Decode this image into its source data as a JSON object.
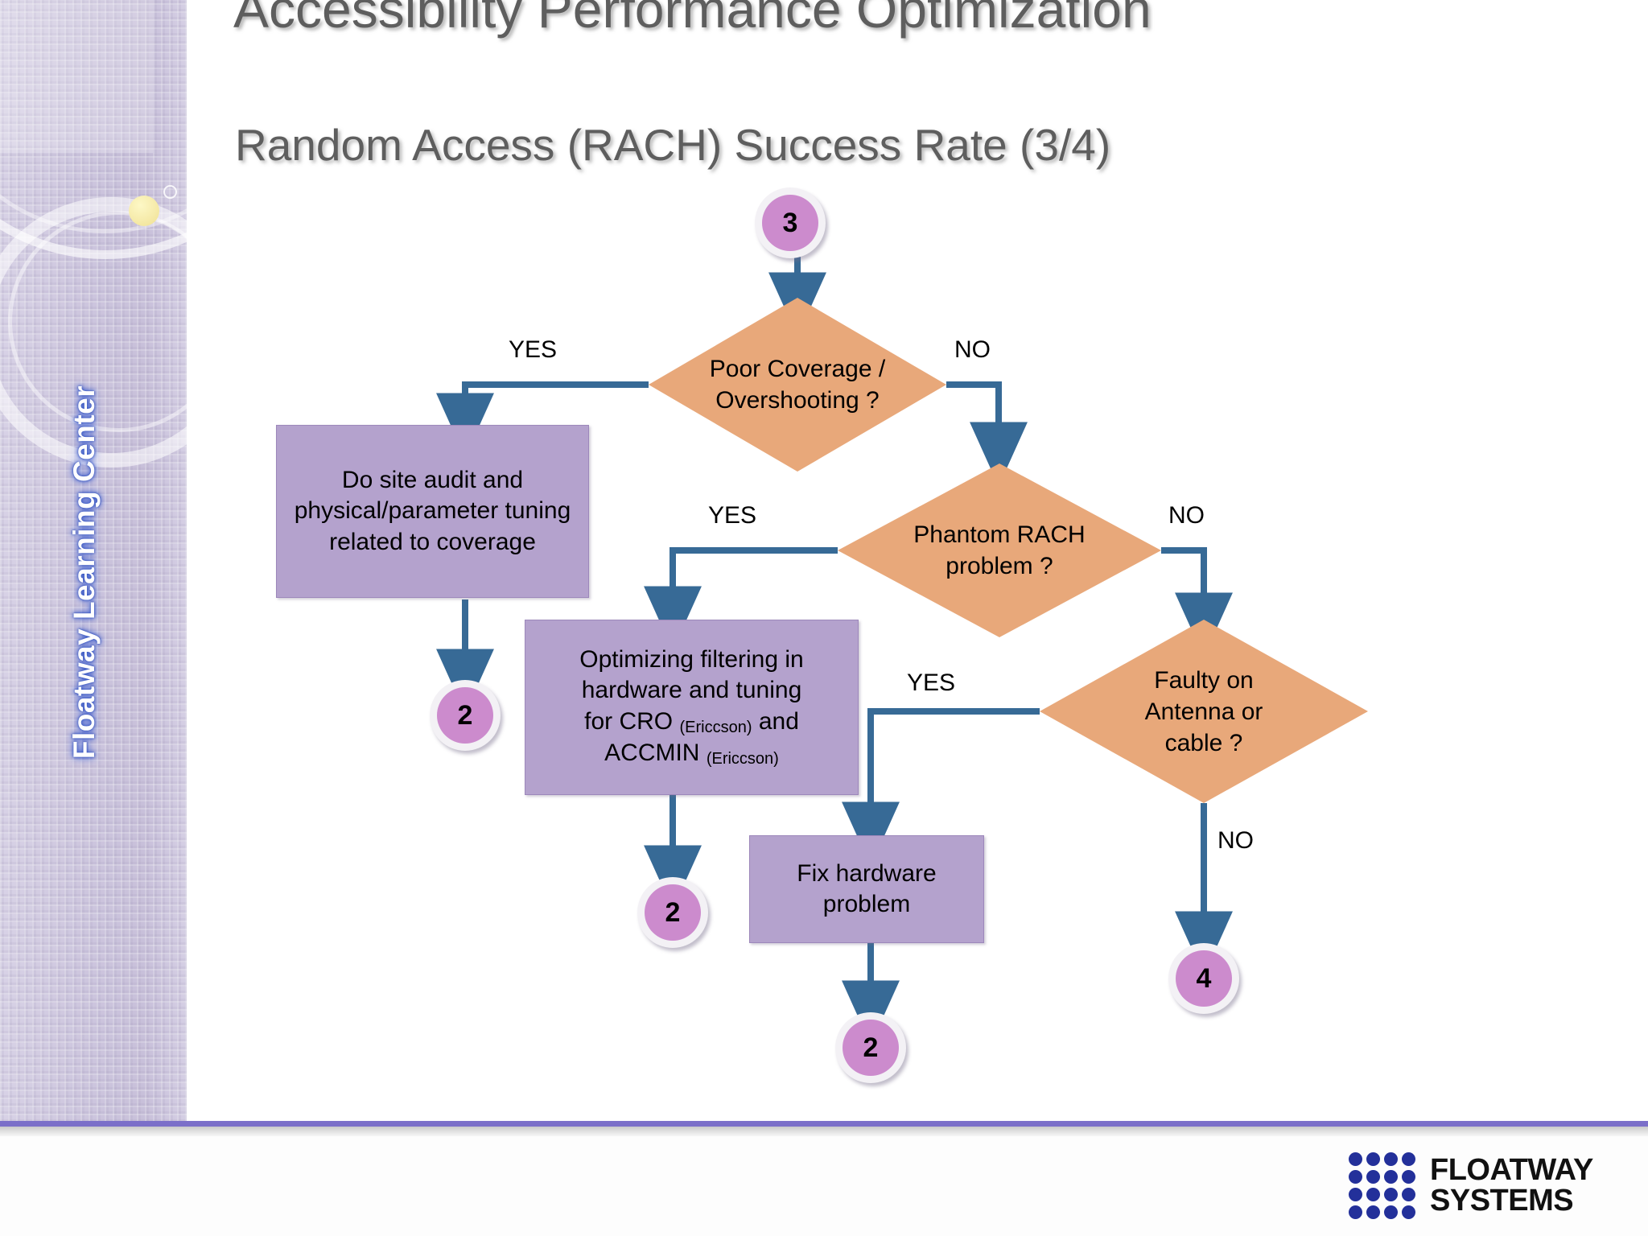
{
  "slide": {
    "title_main": "Accessibility Performance Optimization",
    "title_sub": "Random Access (RACH) Success Rate (3/4)",
    "brand_vertical": "Floatway Learning Center"
  },
  "colors": {
    "diamond_fill": "#E8A87A",
    "process_fill": "#B4A2CD",
    "connector_circle_fill": "#CC8BCD",
    "arrow": "#376A96",
    "sidebar": "#CDC6DE",
    "footer_rule": "#7B6FC9",
    "title_text": "#5E5E5E",
    "logo_dots": "#23309A"
  },
  "flow": {
    "nodes": [
      {
        "id": "start-3",
        "type": "connector",
        "label": "3"
      },
      {
        "id": "d-coverage",
        "type": "decision",
        "line1": "Poor Coverage /",
        "line2": "Overshooting ?"
      },
      {
        "id": "p-siteaudit",
        "type": "process",
        "text": "Do site audit and physical/parameter tuning related to coverage"
      },
      {
        "id": "c-2a",
        "type": "connector",
        "label": "2"
      },
      {
        "id": "d-phantom",
        "type": "decision",
        "line1": "Phantom RACH",
        "line2": "problem ?"
      },
      {
        "id": "p-filtering",
        "type": "process",
        "line1": "Optimizing filtering in",
        "line2": "hardware and tuning",
        "line3_pre": "for CRO",
        "line3_sub": "(Ericcson)",
        "line3_post": "and",
        "line4_pre": "ACCMIN",
        "line4_sub": "(Ericcson)"
      },
      {
        "id": "c-2b",
        "type": "connector",
        "label": "2"
      },
      {
        "id": "d-faulty",
        "type": "decision",
        "line1": "Faulty on",
        "line2": "Antenna or",
        "line3": "cable ?"
      },
      {
        "id": "p-fixhw",
        "type": "process",
        "line1": "Fix hardware",
        "line2": "problem"
      },
      {
        "id": "c-2c",
        "type": "connector",
        "label": "2"
      },
      {
        "id": "c-4",
        "type": "connector",
        "label": "4"
      }
    ],
    "edge_labels": {
      "coverage_yes": "YES",
      "coverage_no": "NO",
      "phantom_yes": "YES",
      "phantom_no": "NO",
      "faulty_yes": "YES",
      "faulty_no": "NO"
    }
  },
  "logo": {
    "line1": "FLOATWAY",
    "line2": "SYSTEMS"
  }
}
